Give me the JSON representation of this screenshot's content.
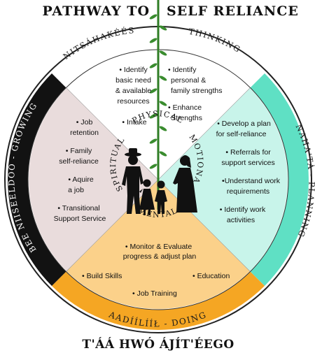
{
  "title": {
    "line_left": "Pathway to",
    "line_right": "Self Reliance",
    "bottom": "T'áá hwó ájít'éego"
  },
  "ring": {
    "top_left": "Nitsáhakéés",
    "top_right": "Thinking",
    "right": "Naha'tá - Planning",
    "bottom": "Aadíílííł - Doing",
    "left": "Bee niiseeldoo - Growing"
  },
  "inner": {
    "physical": "Physical",
    "emotional": "Emotional",
    "mental": "Mental",
    "spiritual": "Spiritual"
  },
  "sections": {
    "thinking_left": [
      "• Identify",
      "basic need",
      "& available",
      "resources",
      "• Intake"
    ],
    "thinking_right": [
      "• Identify",
      "personal &",
      "family strengths",
      "• Enhance",
      "Strengths"
    ],
    "planning": [
      "• Develop a plan",
      "for self-reliance",
      "• Referrals for",
      "support services",
      "•Understand work",
      "requirements",
      "• Identify work",
      "activities"
    ],
    "doing": [
      "• Monitor & Evaluate",
      "progress & adjust plan",
      "• Build Skills",
      "• Education",
      "• Job Training"
    ],
    "growing": [
      "• Job",
      "retention",
      "• Family",
      "self-reliance",
      "• Aquire",
      "a job",
      "• Transitional",
      "Support Service"
    ]
  },
  "colors": {
    "thinking": "#ffffff",
    "planning": "#5fe0c4",
    "planning_light": "#c8f4ea",
    "doing": "#f5a623",
    "doing_light": "#fbd18a",
    "growing": "#121212",
    "growing_light": "#e9dcdc",
    "corn": "#3a8c2f"
  }
}
